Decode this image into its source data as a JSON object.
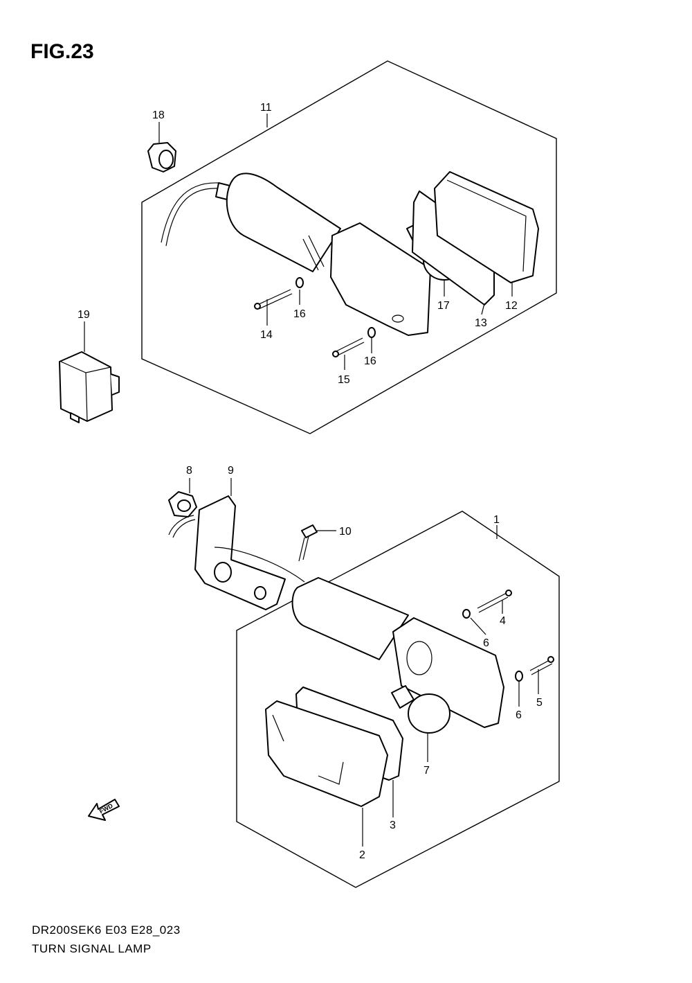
{
  "figure": {
    "title": "FIG.23",
    "model_code": "DR200SEK6 E03 E28_023",
    "caption": "TURN SIGNAL LAMP",
    "fwd_label": "FWD"
  },
  "callouts": [
    "11",
    "18",
    "16",
    "14",
    "17",
    "13",
    "12",
    "16",
    "15",
    "19",
    "8",
    "9",
    "10",
    "1",
    "4",
    "6",
    "5",
    "6",
    "7",
    "3",
    "2"
  ]
}
